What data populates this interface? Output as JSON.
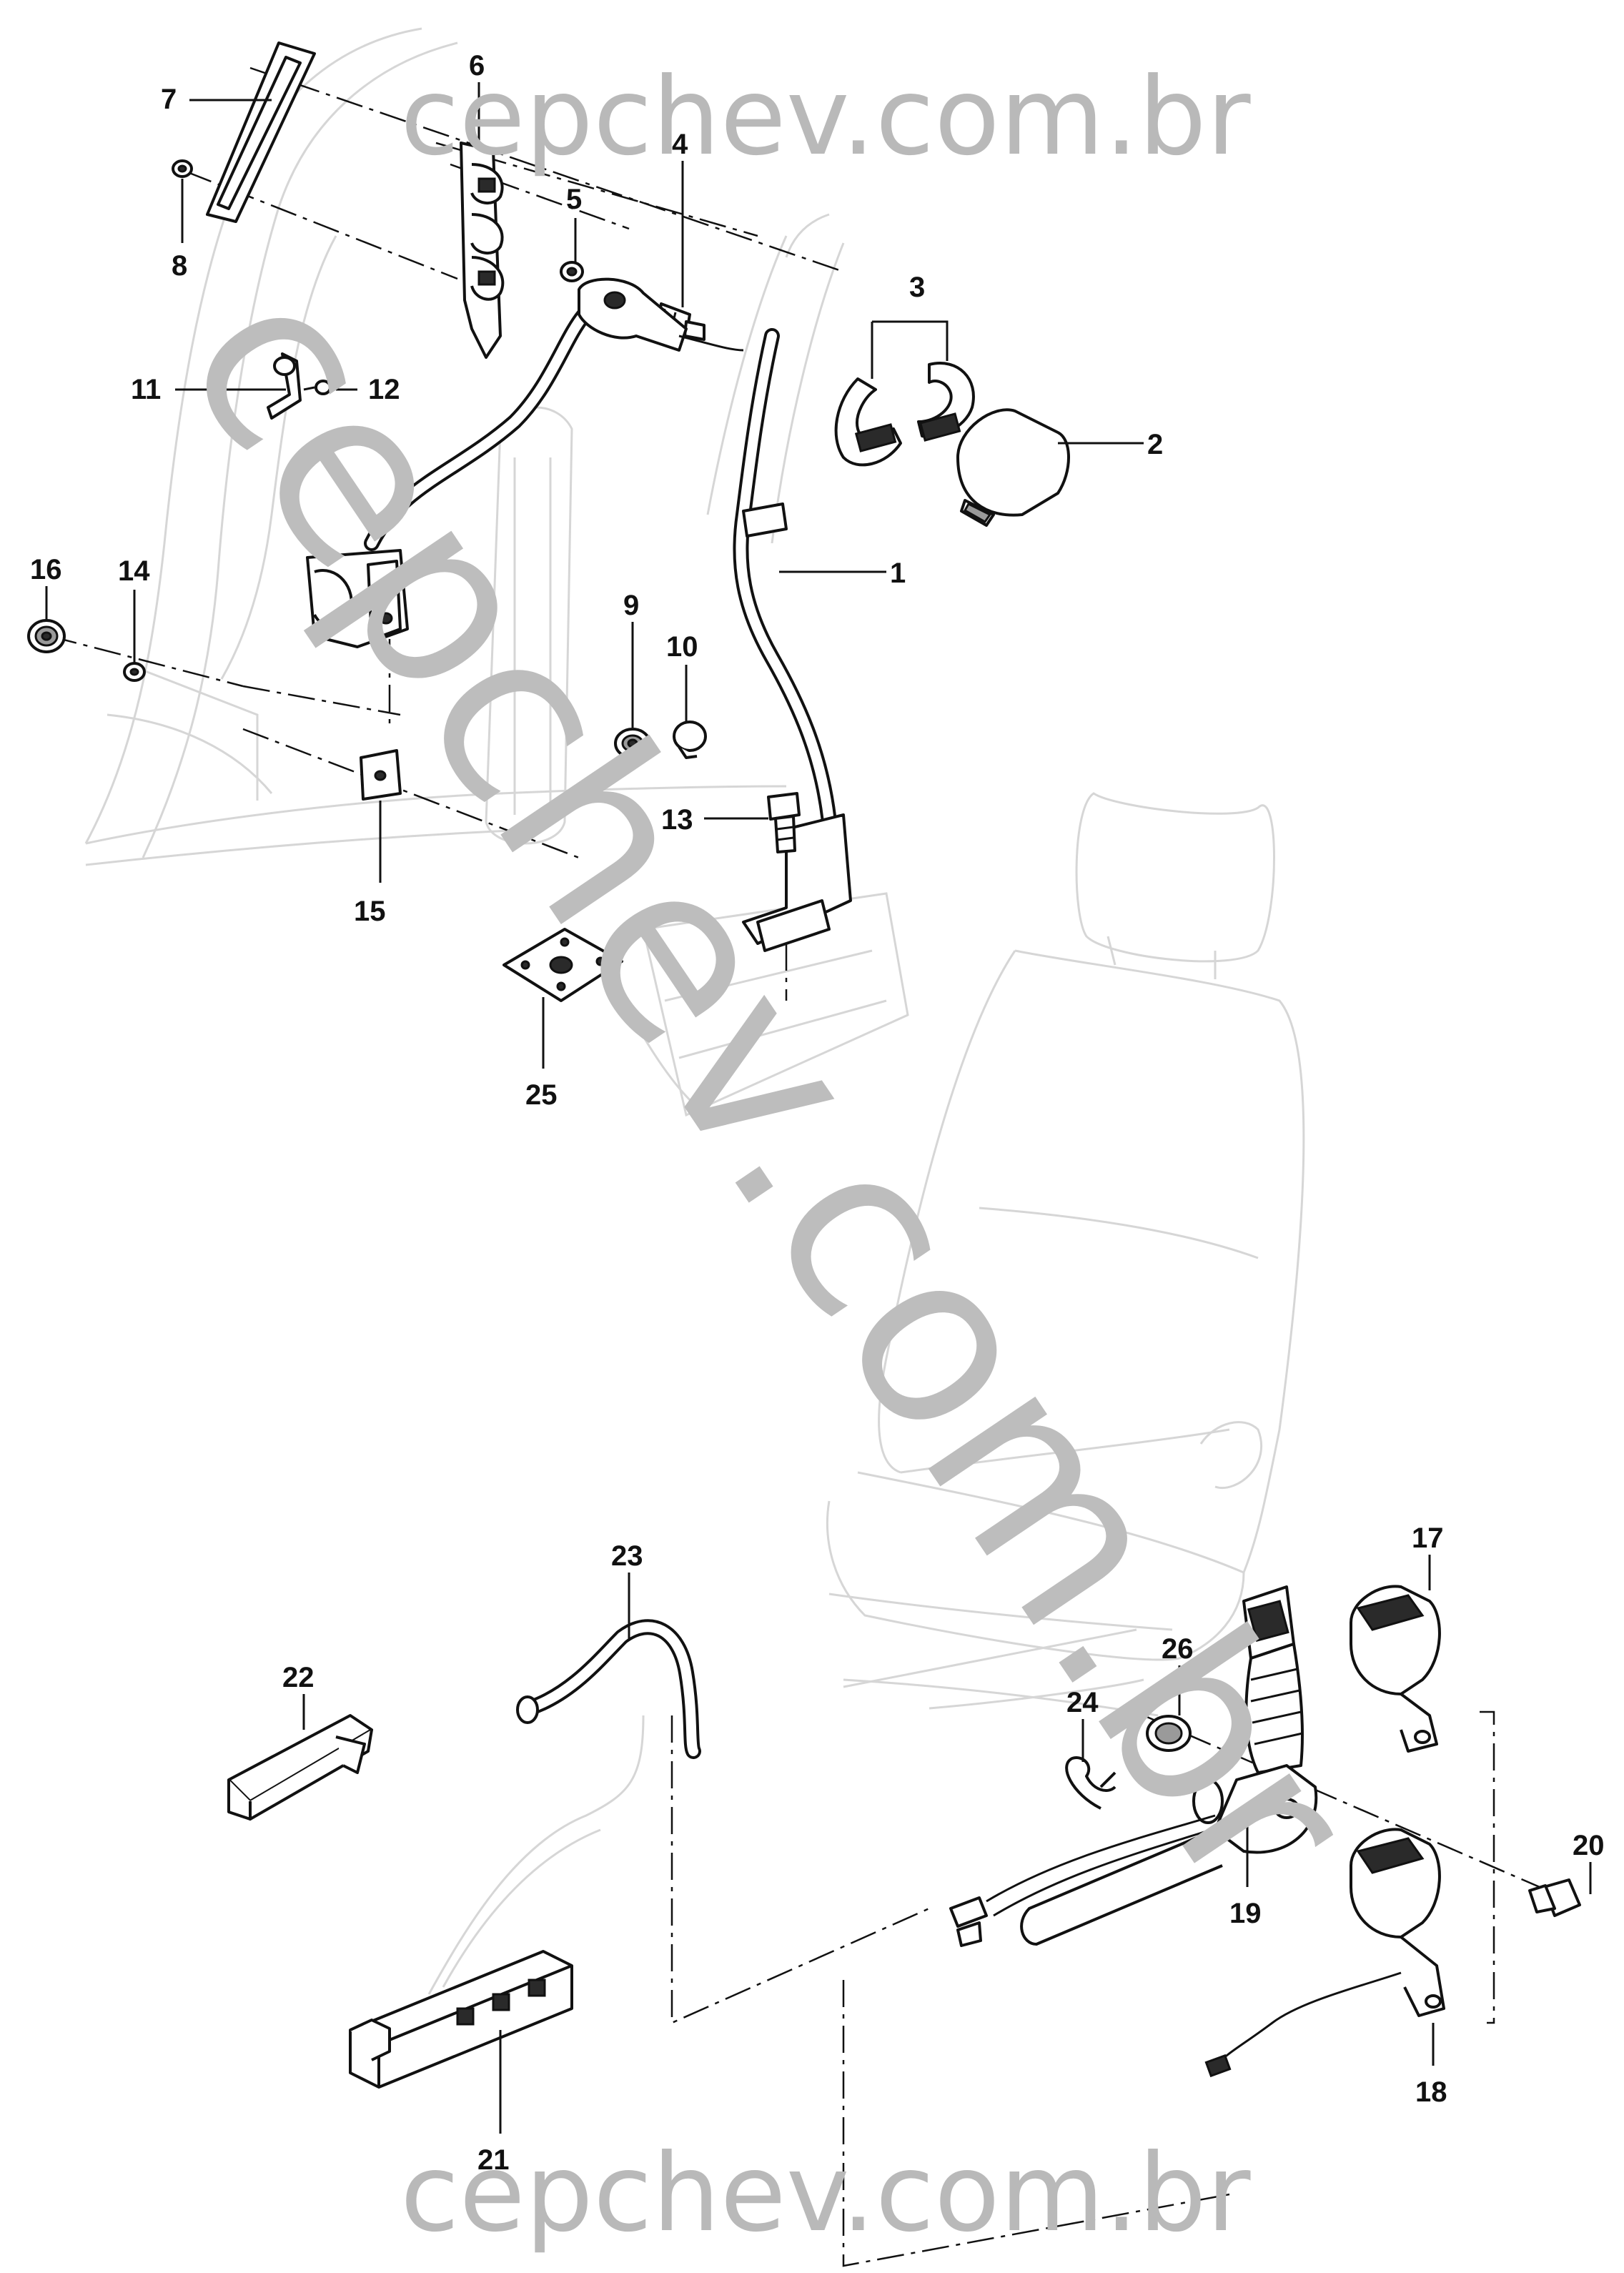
{
  "watermark": {
    "top": "cepchev.com.br",
    "diagonal": "cepchev.com.br",
    "bottom": "cepchev.com.br"
  },
  "callouts": [
    {
      "id": "c1",
      "label": "1"
    },
    {
      "id": "c2",
      "label": "2"
    },
    {
      "id": "c3",
      "label": "3"
    },
    {
      "id": "c4",
      "label": "4"
    },
    {
      "id": "c5",
      "label": "5"
    },
    {
      "id": "c6",
      "label": "6"
    },
    {
      "id": "c7",
      "label": "7"
    },
    {
      "id": "c8",
      "label": "8"
    },
    {
      "id": "c9",
      "label": "9"
    },
    {
      "id": "c10",
      "label": "10"
    },
    {
      "id": "c11",
      "label": "11"
    },
    {
      "id": "c12",
      "label": "12"
    },
    {
      "id": "c13",
      "label": "13"
    },
    {
      "id": "c14",
      "label": "14"
    },
    {
      "id": "c15",
      "label": "15"
    },
    {
      "id": "c16",
      "label": "16"
    },
    {
      "id": "c17",
      "label": "17"
    },
    {
      "id": "c18",
      "label": "18"
    },
    {
      "id": "c19",
      "label": "19"
    },
    {
      "id": "c20",
      "label": "20"
    },
    {
      "id": "c21",
      "label": "21"
    },
    {
      "id": "c22",
      "label": "22"
    },
    {
      "id": "c23",
      "label": "23"
    },
    {
      "id": "c24",
      "label": "24"
    },
    {
      "id": "c25",
      "label": "25"
    },
    {
      "id": "c26",
      "label": "26"
    }
  ],
  "colors": {
    "line": "#111111",
    "ghost_outline": "#d6d6d6",
    "watermark": "#b9b9b9",
    "background": "#ffffff"
  }
}
